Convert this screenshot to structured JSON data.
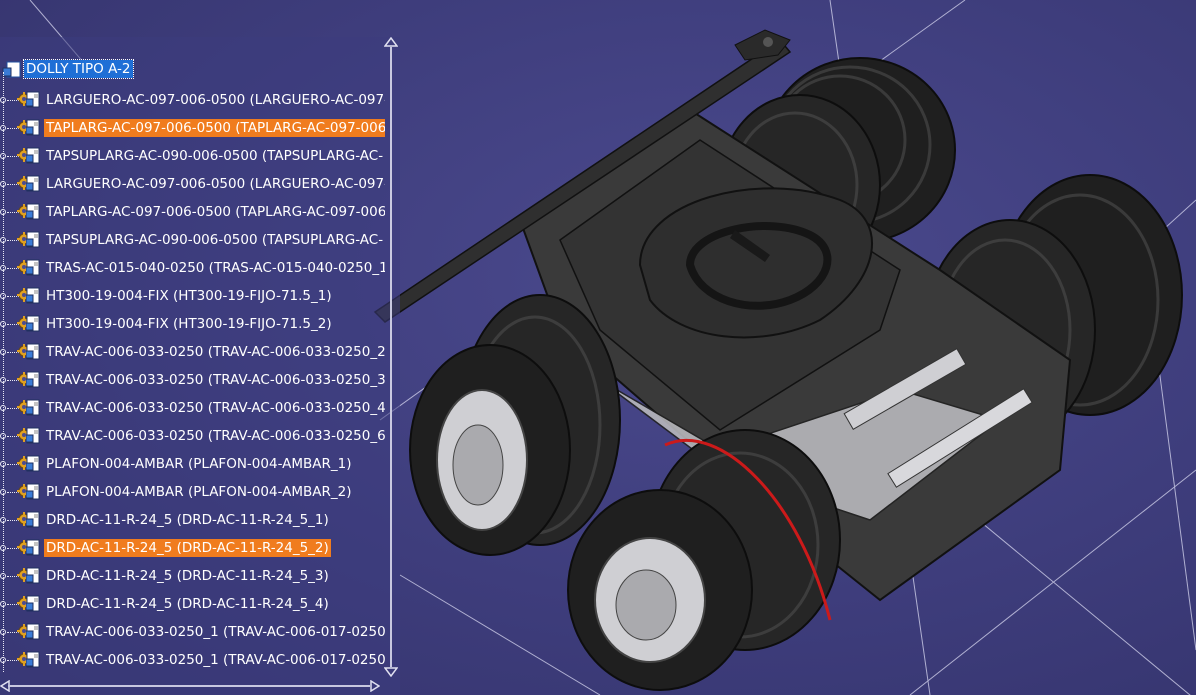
{
  "tree": {
    "root_label": "DOLLY TIPO A-2",
    "nodes": [
      {
        "label": "LARGUERO-AC-097-006-0500 (LARGUERO-AC-097-",
        "selected": false
      },
      {
        "label": "TAPLARG-AC-097-006-0500 (TAPLARG-AC-097-006",
        "selected": true
      },
      {
        "label": "TAPSUPLARG-AC-090-006-0500 (TAPSUPLARG-AC-",
        "selected": false
      },
      {
        "label": "LARGUERO-AC-097-006-0500 (LARGUERO-AC-097-",
        "selected": false
      },
      {
        "label": "TAPLARG-AC-097-006-0500 (TAPLARG-AC-097-006",
        "selected": false
      },
      {
        "label": "TAPSUPLARG-AC-090-006-0500 (TAPSUPLARG-AC-",
        "selected": false
      },
      {
        "label": "TRAS-AC-015-040-0250 (TRAS-AC-015-040-0250_1",
        "selected": false
      },
      {
        "label": "HT300-19-004-FIX (HT300-19-FIJO-71.5_1)",
        "selected": false
      },
      {
        "label": "HT300-19-004-FIX (HT300-19-FIJO-71.5_2)",
        "selected": false
      },
      {
        "label": "TRAV-AC-006-033-0250 (TRAV-AC-006-033-0250_2",
        "selected": false
      },
      {
        "label": "TRAV-AC-006-033-0250 (TRAV-AC-006-033-0250_3",
        "selected": false
      },
      {
        "label": "TRAV-AC-006-033-0250 (TRAV-AC-006-033-0250_4",
        "selected": false
      },
      {
        "label": "TRAV-AC-006-033-0250 (TRAV-AC-006-033-0250_6",
        "selected": false
      },
      {
        "label": "PLAFON-004-AMBAR (PLAFON-004-AMBAR_1)",
        "selected": false
      },
      {
        "label": "PLAFON-004-AMBAR (PLAFON-004-AMBAR_2)",
        "selected": false
      },
      {
        "label": "DRD-AC-11-R-24_5 (DRD-AC-11-R-24_5_1)",
        "selected": false
      },
      {
        "label": "DRD-AC-11-R-24_5 (DRD-AC-11-R-24_5_2)",
        "selected": true
      },
      {
        "label": "DRD-AC-11-R-24_5 (DRD-AC-11-R-24_5_3)",
        "selected": false
      },
      {
        "label": "DRD-AC-11-R-24_5 (DRD-AC-11-R-24_5_4)",
        "selected": false
      },
      {
        "label": "TRAV-AC-006-033-0250_1 (TRAV-AC-006-017-0250",
        "selected": false
      },
      {
        "label": "TRAV-AC-006-033-0250_1 (TRAV-AC-006-017-0250",
        "selected": false
      }
    ]
  },
  "colors": {
    "background": "#3e3d7c",
    "selection": "#f07c1e",
    "root_highlight": "#1f6fd6",
    "model_dark": "#2c2c2c",
    "highlight_edge": "#cc1a1a"
  },
  "icons": {
    "component": "gear-icon",
    "part": "part-document-icon",
    "product": "product-icon"
  }
}
